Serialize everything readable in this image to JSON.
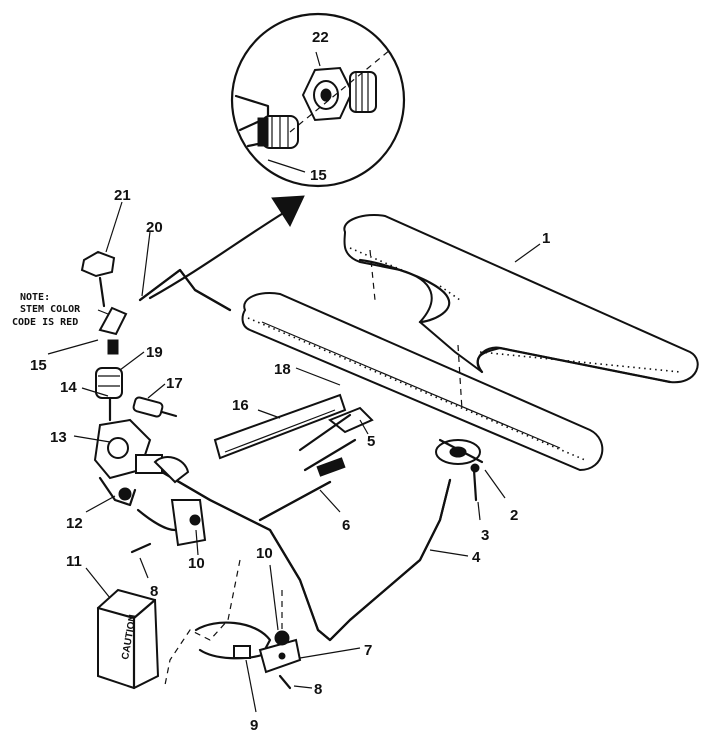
{
  "callouts": [
    {
      "id": "c1",
      "label": "1"
    },
    {
      "id": "c2",
      "label": "2"
    },
    {
      "id": "c3",
      "label": "3"
    },
    {
      "id": "c4",
      "label": "4"
    },
    {
      "id": "c5",
      "label": "5"
    },
    {
      "id": "c6",
      "label": "6"
    },
    {
      "id": "c7",
      "label": "7"
    },
    {
      "id": "c8a",
      "label": "8"
    },
    {
      "id": "c8b",
      "label": "8"
    },
    {
      "id": "c9",
      "label": "9"
    },
    {
      "id": "c10a",
      "label": "10"
    },
    {
      "id": "c10b",
      "label": "10"
    },
    {
      "id": "c11",
      "label": "11"
    },
    {
      "id": "c12",
      "label": "12"
    },
    {
      "id": "c13",
      "label": "13"
    },
    {
      "id": "c14",
      "label": "14"
    },
    {
      "id": "c15a",
      "label": "15"
    },
    {
      "id": "c15b",
      "label": "15"
    },
    {
      "id": "c16",
      "label": "16"
    },
    {
      "id": "c17",
      "label": "17"
    },
    {
      "id": "c18",
      "label": "18"
    },
    {
      "id": "c19",
      "label": "19"
    },
    {
      "id": "c20",
      "label": "20"
    },
    {
      "id": "c21",
      "label": "21"
    },
    {
      "id": "c22",
      "label": "22"
    }
  ],
  "note": {
    "line1": "NOTE:",
    "line2": "STEM COLOR",
    "line3": "CODE IS RED"
  },
  "igniter_panel_text": "CAUTION"
}
